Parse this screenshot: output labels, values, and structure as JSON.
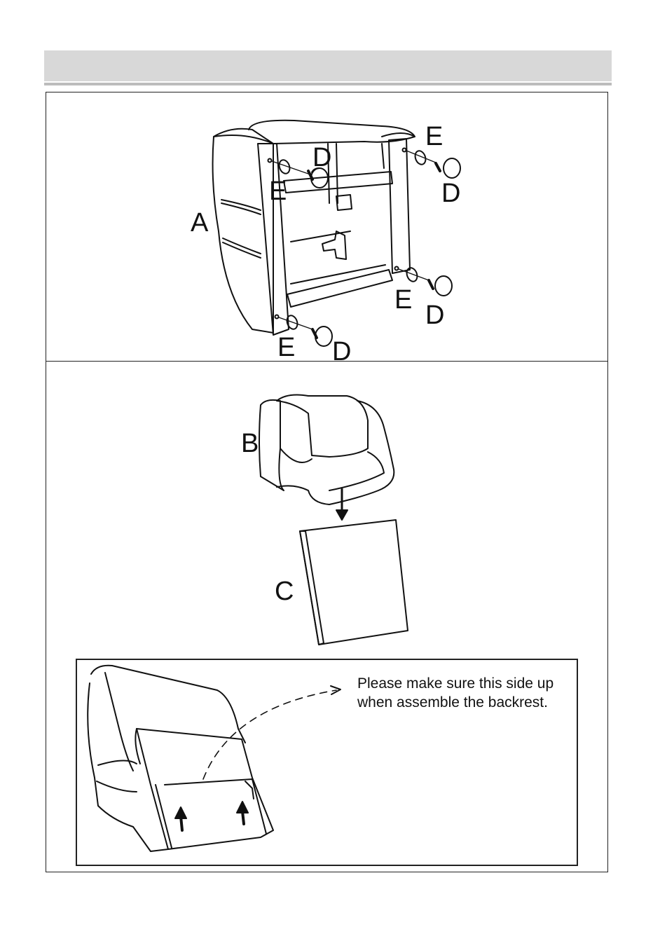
{
  "labels": {
    "A": "A",
    "B": "B",
    "C": "C",
    "D": "D",
    "E": "E"
  },
  "note": {
    "line1": "Please make sure this side up",
    "line2": "when assemble the backrest."
  }
}
